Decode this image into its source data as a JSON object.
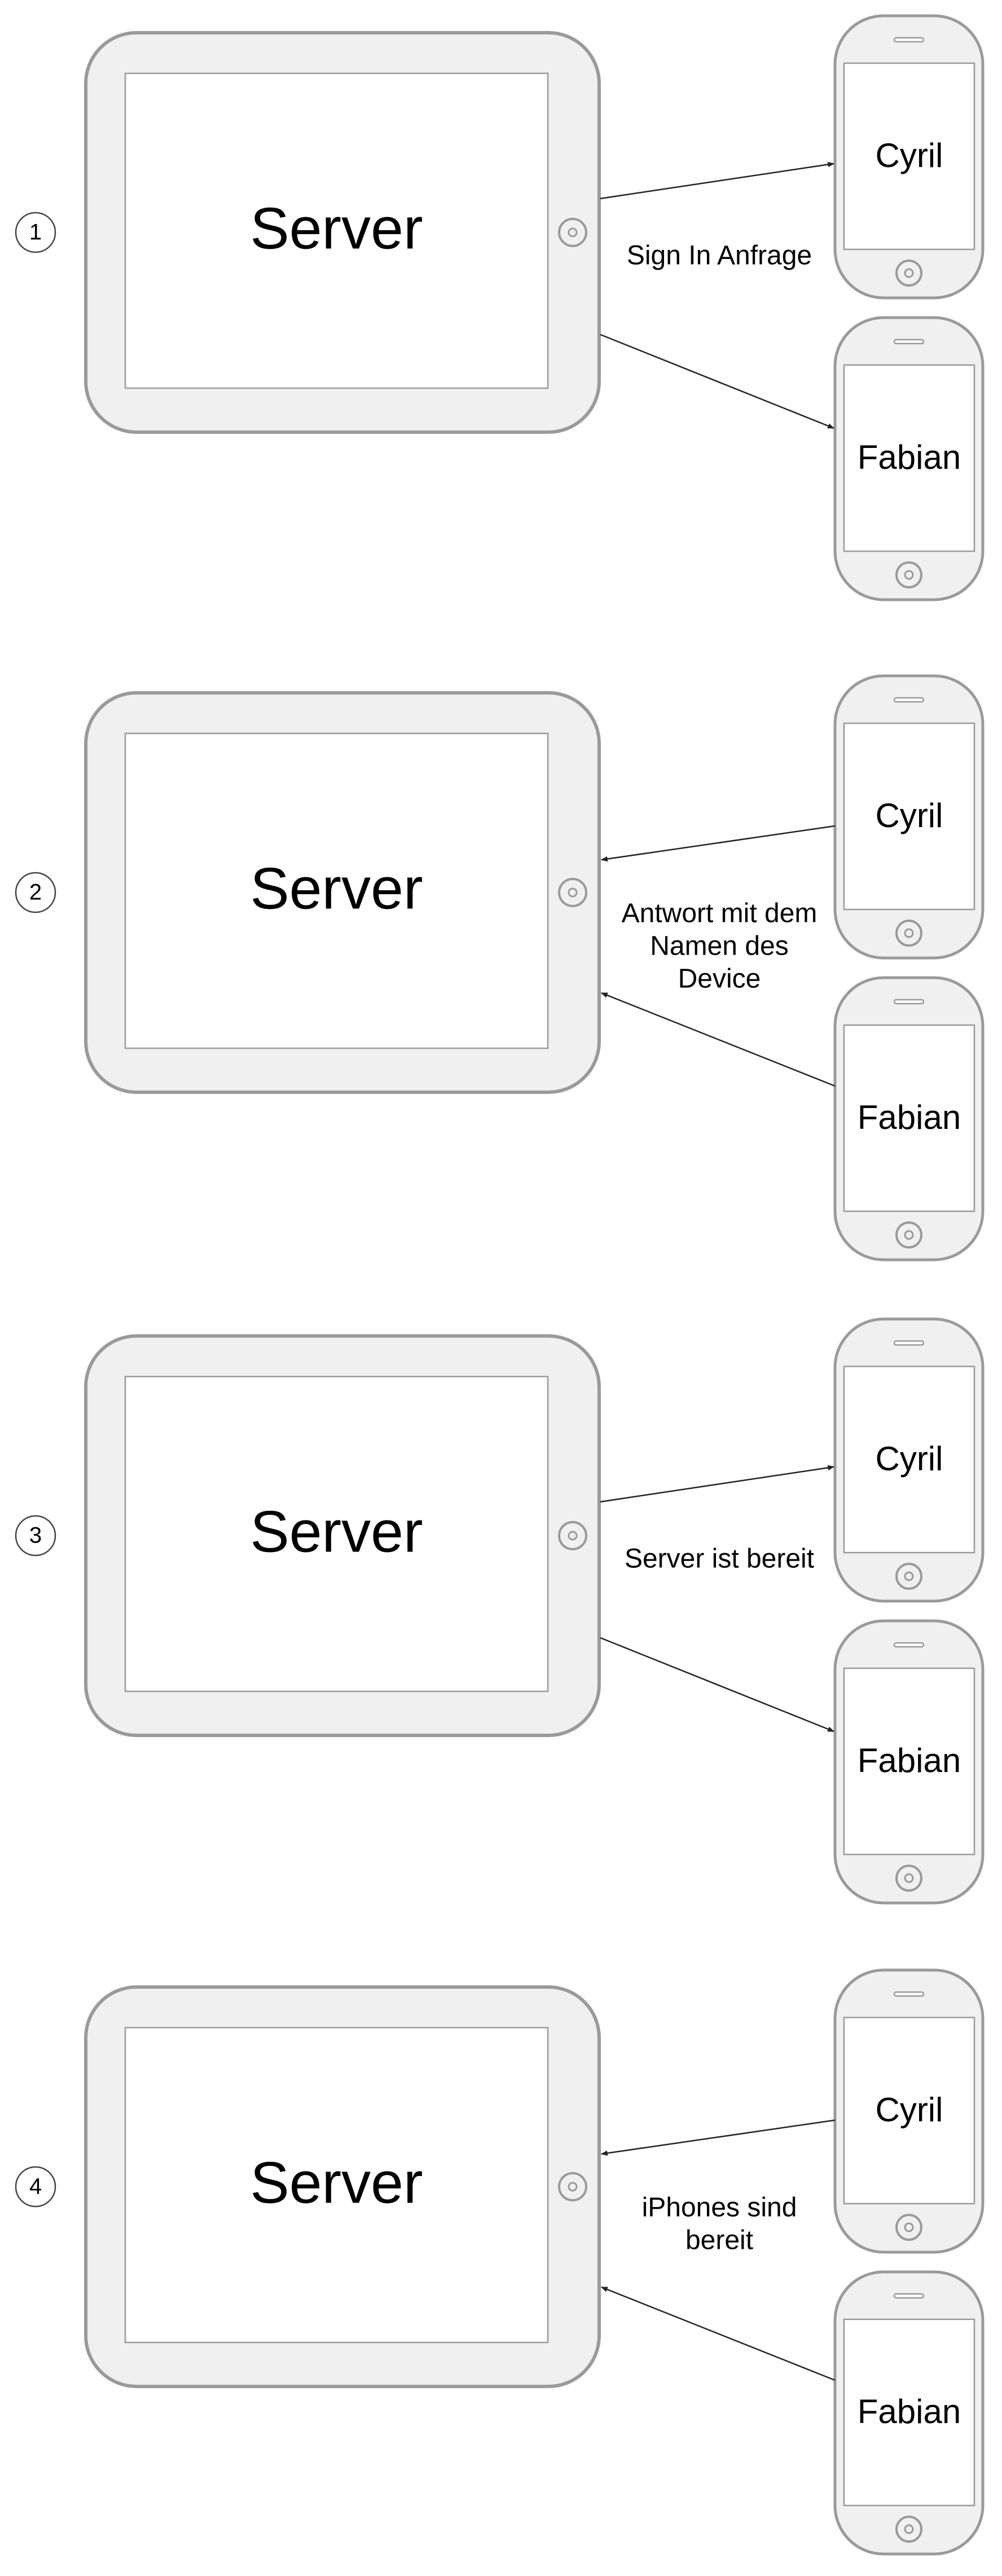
{
  "steps": [
    {
      "number": "1",
      "server_label": "Server",
      "phones": [
        "Cyril",
        "Fabian"
      ],
      "direction": "server-to-phones",
      "message_lines": [
        "Sign In Anfrage"
      ]
    },
    {
      "number": "2",
      "server_label": "Server",
      "phones": [
        "Cyril",
        "Fabian"
      ],
      "direction": "phones-to-server",
      "message_lines": [
        "Antwort mit dem",
        "Namen des",
        "Device"
      ]
    },
    {
      "number": "3",
      "server_label": "Server",
      "phones": [
        "Cyril",
        "Fabian"
      ],
      "direction": "server-to-phones",
      "message_lines": [
        "Server ist bereit"
      ]
    },
    {
      "number": "4",
      "server_label": "Server",
      "phones": [
        "Cyril",
        "Fabian"
      ],
      "direction": "phones-to-server",
      "message_lines": [
        "iPhones sind",
        "bereit"
      ]
    }
  ],
  "colors": {
    "device_fill": "#f0f0f0",
    "device_stroke": "#9a9a9a",
    "screen_fill": "#ffffff",
    "arrow": "#222222",
    "text": "#000000"
  }
}
